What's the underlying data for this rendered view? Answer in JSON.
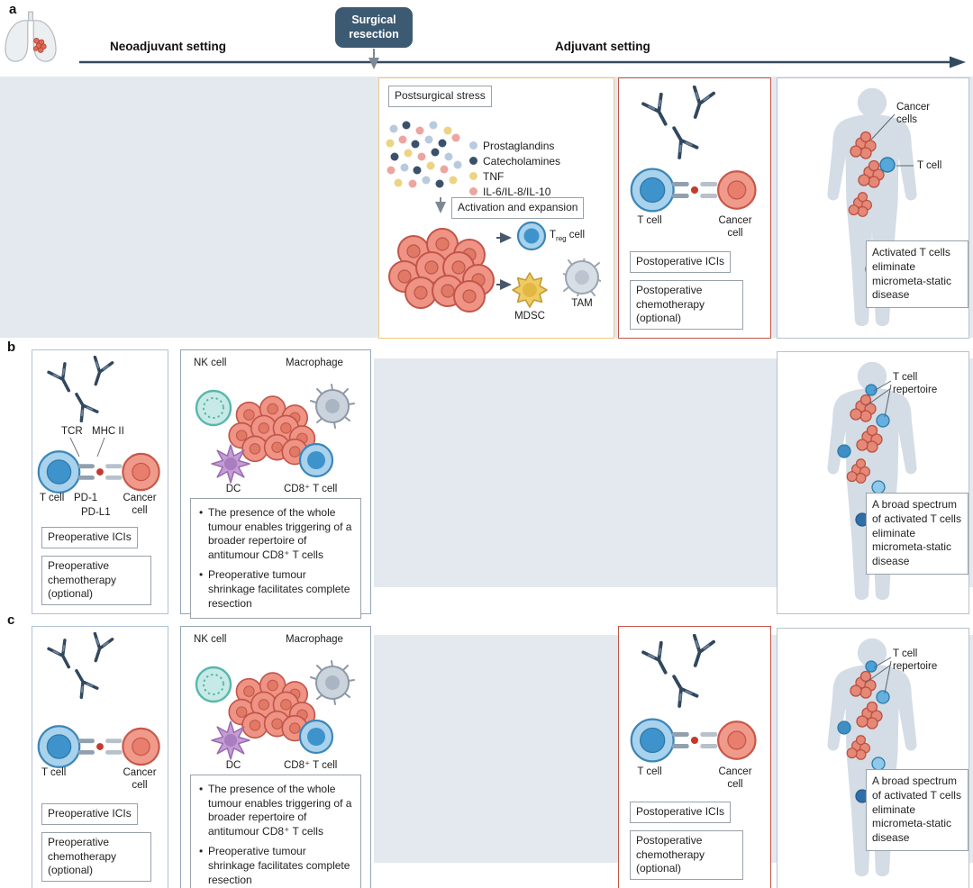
{
  "letters": {
    "a": "a",
    "b": "b",
    "c": "c"
  },
  "timeline": {
    "neoadjuvant": "Neoadjuvant setting",
    "surgery": "Surgical resection",
    "adjuvant": "Adjuvant setting"
  },
  "row_a": {
    "stress": {
      "title": "Postsurgical stress",
      "legend": [
        {
          "label": "Prostaglandins",
          "color": "#b9cadf"
        },
        {
          "label": "Catecholamines",
          "color": "#3b516b"
        },
        {
          "label": "TNF",
          "color": "#ecd483"
        },
        {
          "label": "IL-6/IL-8/IL-10",
          "color": "#eca6a1"
        }
      ],
      "activation_label": "Activation and expansion",
      "treg": {
        "pre": "T",
        "sub": "reg",
        "post": " cell"
      },
      "mdsc": "MDSC",
      "tam": "TAM"
    },
    "postop": {
      "t_cell": "T cell",
      "cancer_cell": "Cancer cell",
      "icis": "Postoperative ICIs",
      "chemo": "Postoperative chemotherapy (optional)"
    },
    "outcome": {
      "cancer_cells": "Cancer cells",
      "t_cell": "T cell",
      "caption": "Activated T cells eliminate micrometa-static disease"
    }
  },
  "row_b": {
    "preop": {
      "tcr": "TCR",
      "mhc2": "MHC II",
      "t_cell": "T cell",
      "pd1": "PD-1",
      "pdl1": "PD-L1",
      "cancer_cell": "Cancer cell",
      "icis": "Preoperative ICIs",
      "chemo": "Preoperative chemotherapy (optional)"
    },
    "tumour": {
      "nk": "NK cell",
      "macrophage": "Macrophage",
      "dc": "DC",
      "cd8": "CD8⁺ T cell",
      "bullet1": "The presence of the whole tumour enables triggering of a broader repertoire of antitumour CD8⁺ T cells",
      "bullet2": "Preoperative tumour shrinkage facilitates complete resection"
    },
    "outcome": {
      "repertoire": "T cell repertoire",
      "caption": "A broad spectrum of activated T cells eliminate micrometa-static disease"
    }
  },
  "row_c": {
    "preop": {
      "t_cell": "T cell",
      "cancer_cell": "Cancer cell",
      "icis": "Preoperative ICIs",
      "chemo": "Preoperative chemotherapy (optional)"
    },
    "tumour": {
      "nk": "NK cell",
      "macrophage": "Macrophage",
      "dc": "DC",
      "cd8": "CD8⁺ T cell",
      "bullet1": "The presence of the whole tumour enables triggering of a broader repertoire of antitumour CD8⁺ T cells",
      "bullet2": "Preoperative tumour shrinkage facilitates complete resection"
    },
    "postop": {
      "t_cell": "T cell",
      "cancer_cell": "Cancer cell",
      "icis": "Postoperative ICIs",
      "chemo": "Postoperative chemotherapy (optional)"
    },
    "outcome": {
      "repertoire": "T cell repertoire",
      "caption": "A broad spectrum of activated T cells eliminate micrometa-static disease"
    }
  }
}
